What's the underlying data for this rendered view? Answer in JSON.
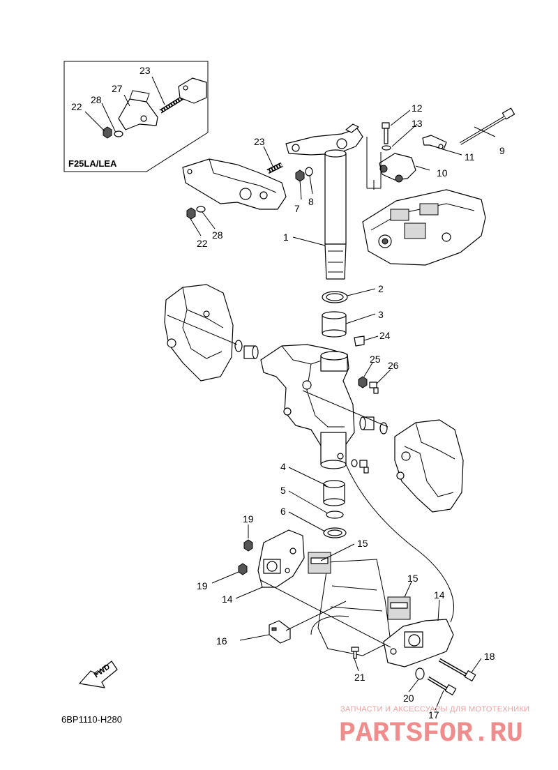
{
  "diagram_code": "6BP1110-H280",
  "inset": {
    "title": "F25LA/LEA"
  },
  "fwd_label": "FWD",
  "callouts": {
    "c1": "1",
    "c2": "2",
    "c3": "3",
    "c4": "4",
    "c5": "5",
    "c6": "6",
    "c7": "7",
    "c8": "8",
    "c9": "9",
    "c10": "10",
    "c11": "11",
    "c12": "12",
    "c13": "13",
    "c14a": "14",
    "c14b": "14",
    "c15a": "15",
    "c15b": "15",
    "c16": "16",
    "c17": "17",
    "c18": "18",
    "c19a": "19",
    "c19b": "19",
    "c20": "20",
    "c21": "21",
    "c22a": "22",
    "c22b": "22",
    "c23a": "23",
    "c23b": "23",
    "c24": "24",
    "c25": "25",
    "c26": "26",
    "c27": "27",
    "c28a": "28",
    "c28b": "28"
  },
  "watermark": {
    "tagline": "ЗАПЧАСТИ И АКСЕССУАРЫ ДЛЯ МОТОТЕХНИКИ",
    "brand": "PARTSFOR.RU"
  }
}
